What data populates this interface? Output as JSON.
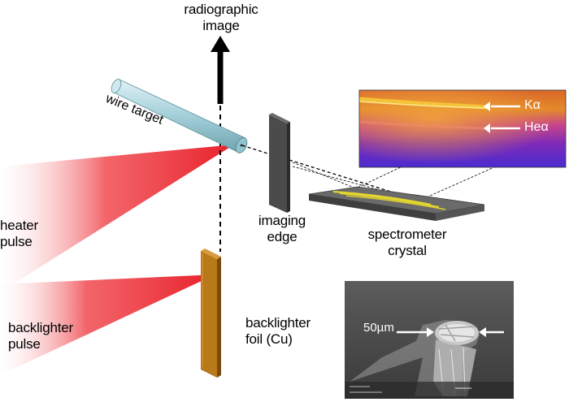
{
  "labels": {
    "radiographic_image": [
      "radiographic",
      "image"
    ],
    "wire_target": "wire target",
    "imaging_edge": [
      "imaging",
      "edge"
    ],
    "spectrometer_crystal": [
      "spectrometer",
      "crystal"
    ],
    "heater_pulse": [
      "heater",
      "pulse"
    ],
    "backlighter_pulse": [
      "backlighter",
      "pulse"
    ],
    "backlighter_foil": [
      "backlighter",
      "foil (Cu)"
    ]
  },
  "spectrum_inset": {
    "line_k_alpha": "Kα",
    "line_he_alpha": "Heα"
  },
  "sem_inset": {
    "scale_label": "50µm"
  },
  "colors": {
    "laser_red": "#e8202a",
    "wire": "#a9d3dc",
    "foil": "#b9781a",
    "edge_plate": "#4b4b4b",
    "crystal": "#5a5a5a",
    "crystal_stripe": "#e2d532"
  }
}
